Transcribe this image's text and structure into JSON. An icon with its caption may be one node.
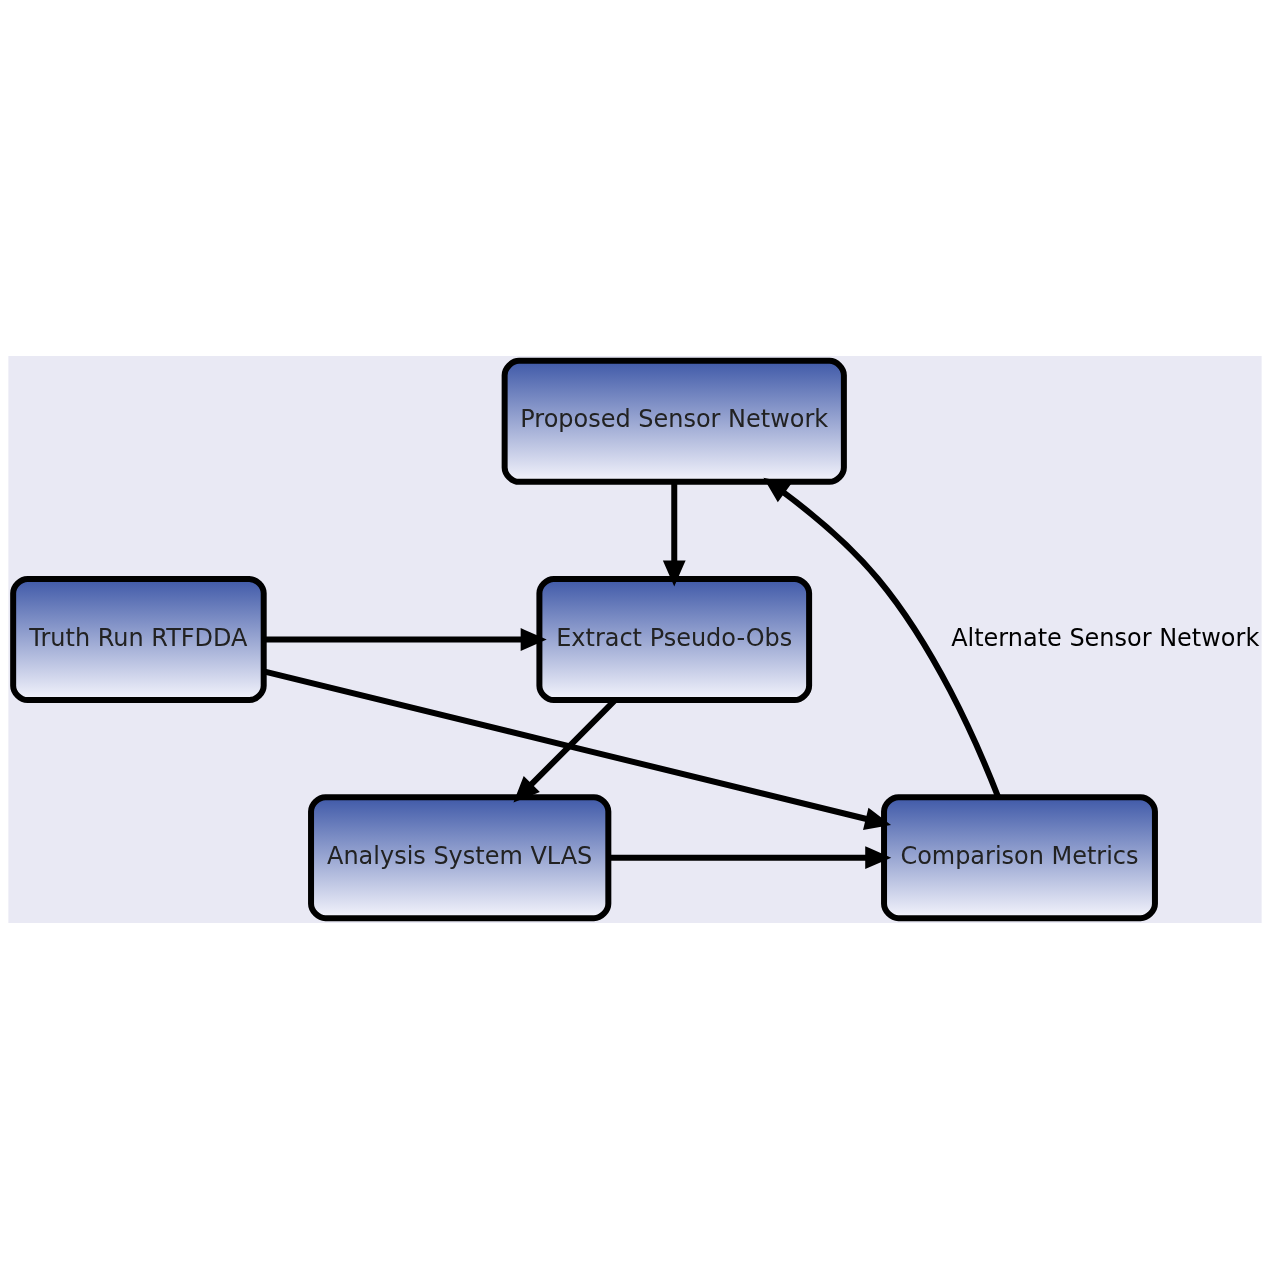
{
  "diagram": {
    "nodes": [
      {
        "text": [
          "Proposed Sensor Network"
        ]
      },
      {
        "text": [
          "Truth Run RTFDDA"
        ]
      },
      {
        "text": [
          "Extract Pseudo-Obs"
        ]
      },
      {
        "text": [
          "Comparison Metrics"
        ]
      },
      {
        "text": [
          "Analysis System VLAS"
        ]
      }
    ],
    "edges": [
      {
        "from": 3,
        "to": 0,
        "arrow": "to",
        "label": "Alternate Sensor Network"
      },
      {
        "from": 0,
        "to": 2,
        "arrow": "to"
      },
      {
        "from": 1,
        "to": 2,
        "arrow": "to"
      },
      {
        "from": 1,
        "to": 3,
        "arrow": "to"
      },
      {
        "from": 2,
        "to": 4,
        "arrow": "to"
      },
      {
        "from": 4,
        "to": 3,
        "arrow": "to"
      }
    ]
  }
}
